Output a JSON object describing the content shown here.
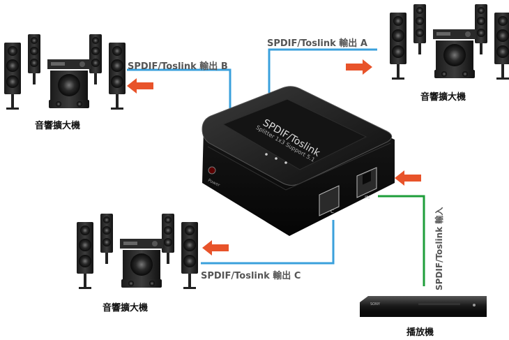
{
  "labels": {
    "output_a": "SPDIF/Toslink 輸出  A",
    "output_b": "SPDIF/Toslink 輸出  B",
    "output_c": "SPDIF/Toslink 輸出  C",
    "input": "SPDIF/Toslink  輸入"
  },
  "captions": {
    "speaker_a": "音響擴大機",
    "speaker_b": "音響擴大機",
    "speaker_c": "音響擴大機",
    "player": "播放機"
  },
  "device": {
    "title": "SPDIF/Toslink",
    "subtitle": "Splitter 1x3 Support 5.1",
    "power_label": "Power",
    "port_in": "IN",
    "port_c": "C"
  },
  "player_brand": "SONY",
  "colors": {
    "output_line": "#3aa0dc",
    "input_line": "#1e9e3a",
    "arrow": "#e8532a"
  }
}
